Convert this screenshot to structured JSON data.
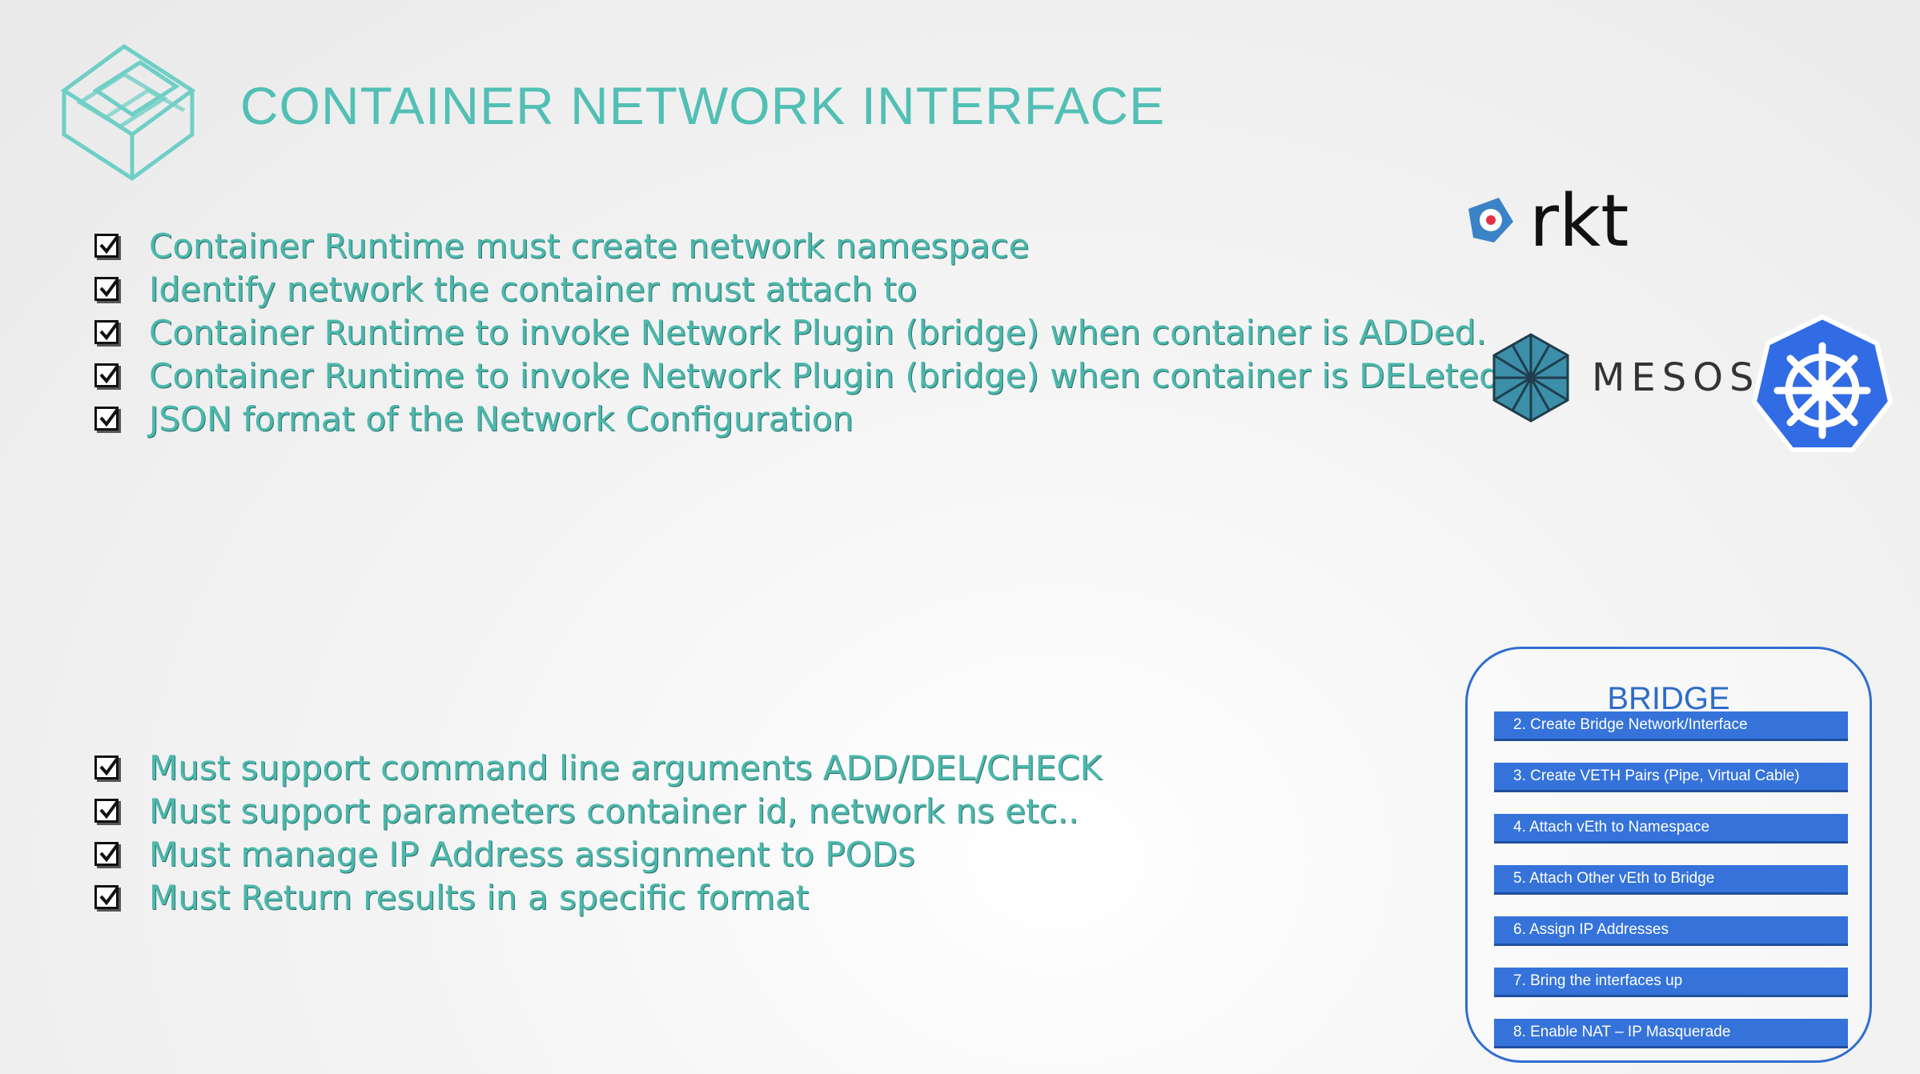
{
  "slide": {
    "title": "CONTAINER NETWORK INTERFACE",
    "top_bullets": [
      "Container Runtime must create network namespace",
      "Identify network the container must attach to",
      "Container Runtime to invoke Network Plugin (bridge) when container is ADDed.",
      "Container Runtime to invoke Network Plugin (bridge) when container is DELeted.",
      "JSON format of the Network Configuration"
    ],
    "bottom_bullets": [
      "Must support command line arguments ADD/DEL/CHECK",
      "Must support parameters container id, network ns etc..",
      "Must manage IP Address assignment to PODs",
      "Must Return results in a specific format"
    ]
  },
  "logos": {
    "rkt": "rkt",
    "mesos": "MESOS",
    "kubernetes_icon": "kubernetes-helm-icon"
  },
  "bridge": {
    "title": "BRIDGE",
    "steps": [
      "2. Create Bridge Network/Interface",
      "3. Create VETH Pairs (Pipe, Virtual Cable)",
      "4. Attach vEth to Namespace",
      "5. Attach Other vEth to Bridge",
      "6. Assign IP Addresses",
      "7. Bring the interfaces up",
      "8. Enable NAT – IP Masquerade"
    ]
  },
  "colors": {
    "title": "#52bfb5",
    "bullet_text": "#4bb8ac",
    "bridge_blue": "#3573da"
  }
}
